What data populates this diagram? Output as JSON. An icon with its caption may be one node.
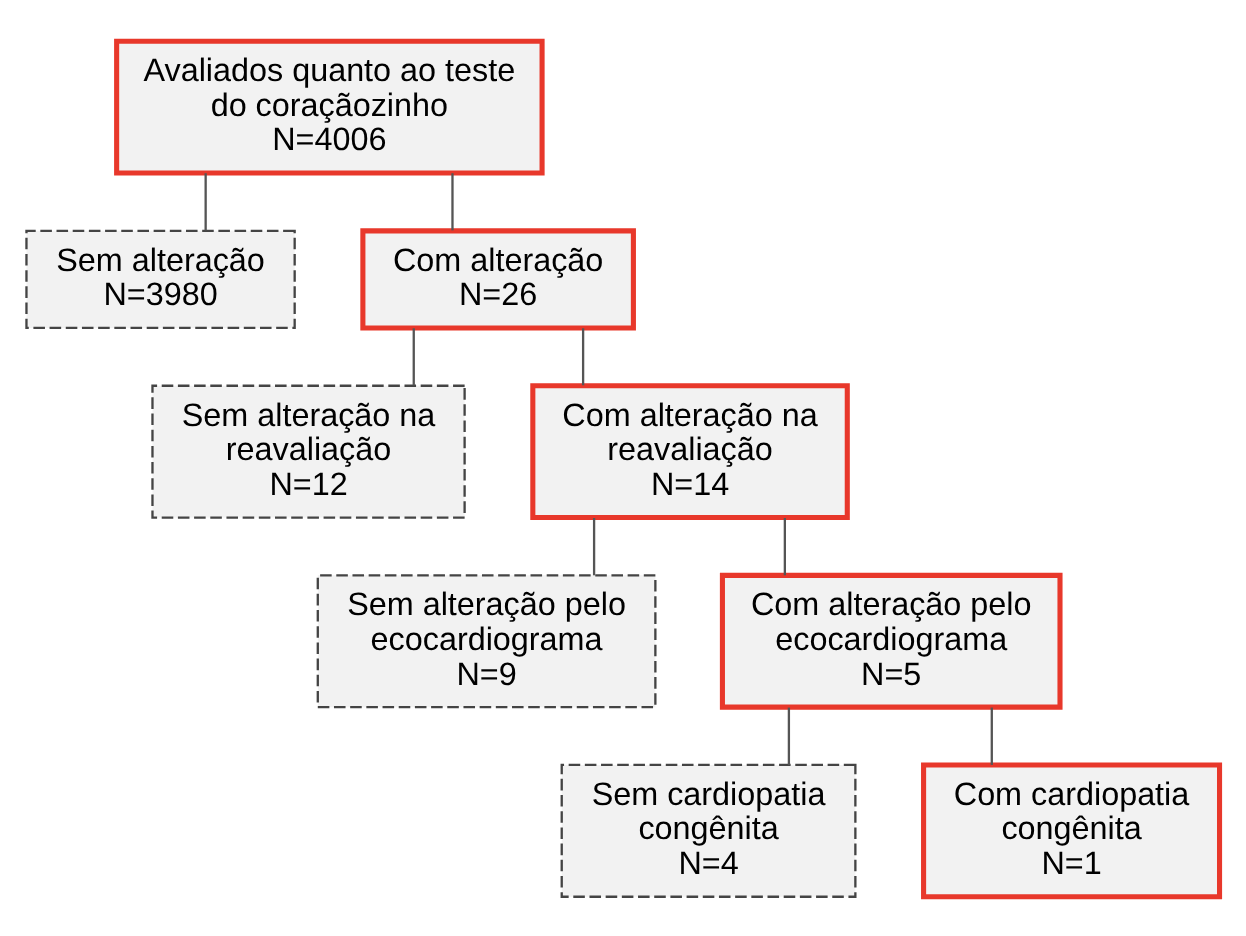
{
  "diagram": {
    "nodes": [
      {
        "text": [
          "Avaliados quanto ao teste do coraçãozinho",
          "N=4006"
        ]
      },
      {
        "text": [
          "Sem alteração",
          "N=3980"
        ]
      },
      {
        "text": [
          "Com alteração",
          "N=26"
        ]
      },
      {
        "text": [
          "Sem alteração na reavaliação",
          "N=12"
        ]
      },
      {
        "text": [
          "Com alteração na reavaliação",
          "N=14"
        ]
      },
      {
        "text": [
          "Sem alteração pelo ecocardiograma",
          "N=9"
        ]
      },
      {
        "text": [
          "Com alteração pelo ecocardiograma",
          "N=5"
        ]
      },
      {
        "text": [
          "Sem cardiopatia congênita",
          "N=4"
        ]
      },
      {
        "text": [
          "Com cardiopatia congênita",
          "N=1"
        ]
      }
    ],
    "edges": [
      {
        "from": 0,
        "to": 1,
        "arrow": "none"
      },
      {
        "from": 0,
        "to": 2,
        "arrow": "none"
      },
      {
        "from": 2,
        "to": 3,
        "arrow": "none"
      },
      {
        "from": 2,
        "to": 4,
        "arrow": "none"
      },
      {
        "from": 4,
        "to": 5,
        "arrow": "none"
      },
      {
        "from": 4,
        "to": 6,
        "arrow": "none"
      },
      {
        "from": 6,
        "to": 7,
        "arrow": "none"
      },
      {
        "from": 6,
        "to": 8,
        "arrow": "none"
      }
    ]
  }
}
